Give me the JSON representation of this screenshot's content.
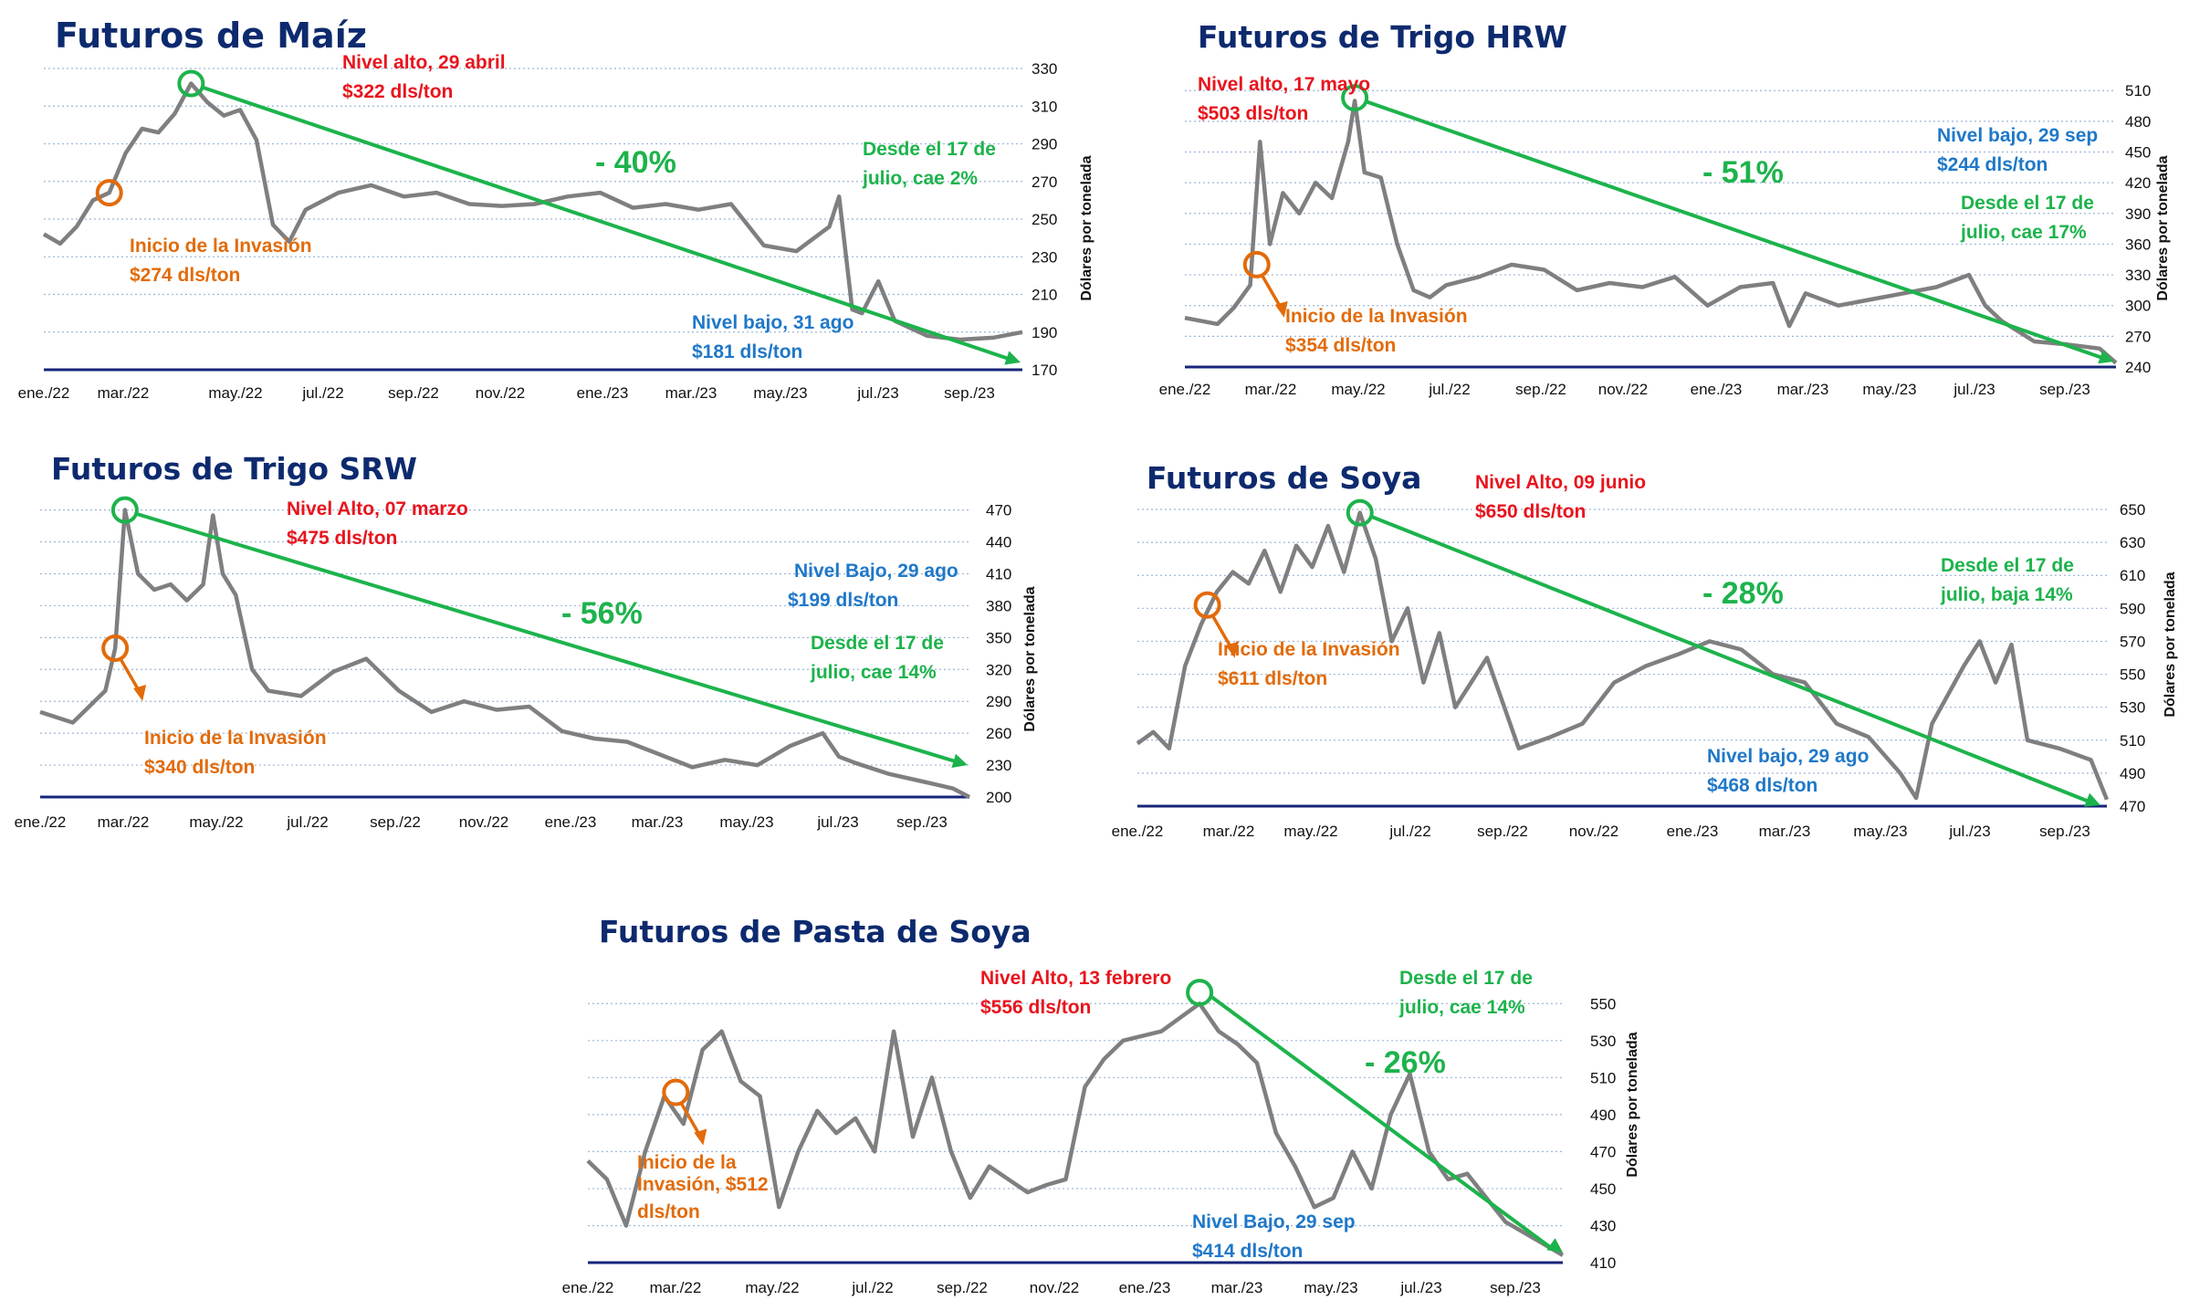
{
  "colors": {
    "title": "#0d2a6e",
    "price_line": "#7f7f7f",
    "trend": "#1db34c",
    "high": "#e8141d",
    "invasion": "#e26b0a",
    "low": "#1f78c8",
    "since_july": "#1db34c",
    "axis": "#16257a",
    "grid": "#9db6d8"
  },
  "chart_data": [
    {
      "id": "maiz",
      "type": "line",
      "title": "Futuros de Maíz",
      "ylabel": "Dólares por tonelada",
      "xlabel": "",
      "ylim": [
        170,
        330
      ],
      "yticks": [
        170,
        190,
        210,
        230,
        250,
        270,
        290,
        310,
        330
      ],
      "grid": true,
      "x_labels": [
        "ene./22",
        "mar./22",
        "may./22",
        "jul./22",
        "sep./22",
        "nov./22",
        "ene./23",
        "mar./23",
        "may./23",
        "jul./23",
        "sep./23"
      ],
      "series_points": [
        [
          0,
          242
        ],
        [
          0.5,
          237
        ],
        [
          1,
          246
        ],
        [
          1.5,
          260
        ],
        [
          2,
          264
        ],
        [
          2.5,
          285
        ],
        [
          3,
          298
        ],
        [
          3.5,
          296
        ],
        [
          4,
          306
        ],
        [
          4.5,
          322
        ],
        [
          5,
          312
        ],
        [
          5.5,
          305
        ],
        [
          6,
          308
        ],
        [
          6.5,
          292
        ],
        [
          7,
          247
        ],
        [
          7.5,
          238
        ],
        [
          8,
          255
        ],
        [
          9,
          264
        ],
        [
          10,
          268
        ],
        [
          11,
          262
        ],
        [
          12,
          264
        ],
        [
          13,
          258
        ],
        [
          14,
          257
        ],
        [
          15,
          258
        ],
        [
          16,
          262
        ],
        [
          17,
          264
        ],
        [
          18,
          256
        ],
        [
          19,
          258
        ],
        [
          20,
          255
        ],
        [
          21,
          258
        ],
        [
          22,
          236
        ],
        [
          23,
          233
        ],
        [
          24,
          246
        ],
        [
          24.3,
          262
        ],
        [
          24.7,
          202
        ],
        [
          25,
          200
        ],
        [
          25.5,
          217
        ],
        [
          26,
          196
        ],
        [
          27,
          188
        ],
        [
          28,
          186
        ],
        [
          29,
          187
        ],
        [
          29.9,
          190
        ]
      ],
      "high": {
        "x": 4.5,
        "y": 322,
        "label1": "Nivel alto, 29 abril",
        "label2": "$322 dls/ton"
      },
      "invasion": {
        "x": 2.0,
        "y": 264,
        "label1": "Inicio de la Invasión",
        "label2": "$274 dls/ton"
      },
      "low": {
        "label1": "Nivel bajo, 31 ago",
        "label2": "$181 dls/ton"
      },
      "since_july": {
        "label1": "Desde el 17 de",
        "label2": "julio, cae 2%"
      },
      "change": "- 40%"
    },
    {
      "id": "hrw",
      "type": "line",
      "title": "Futuros de Trigo HRW",
      "ylabel": "Dólares por tonelada",
      "xlabel": "",
      "ylim": [
        240,
        520
      ],
      "yticks": [
        240,
        270,
        300,
        330,
        360,
        390,
        420,
        450,
        480,
        510
      ],
      "grid": true,
      "x_labels": [
        "ene./22",
        "mar./22",
        "may./22",
        "jul./22",
        "sep./22",
        "nov./22",
        "ene./23",
        "mar./23",
        "may./23",
        "jul./23",
        "sep./23"
      ],
      "series_points": [
        [
          0,
          288
        ],
        [
          1,
          282
        ],
        [
          1.5,
          298
        ],
        [
          2,
          320
        ],
        [
          2.3,
          460
        ],
        [
          2.6,
          360
        ],
        [
          3,
          410
        ],
        [
          3.5,
          390
        ],
        [
          4,
          420
        ],
        [
          4.5,
          405
        ],
        [
          5,
          460
        ],
        [
          5.2,
          500
        ],
        [
          5.5,
          430
        ],
        [
          6,
          425
        ],
        [
          6.5,
          360
        ],
        [
          7,
          315
        ],
        [
          7.5,
          308
        ],
        [
          8,
          320
        ],
        [
          9,
          328
        ],
        [
          10,
          340
        ],
        [
          11,
          335
        ],
        [
          12,
          315
        ],
        [
          13,
          322
        ],
        [
          14,
          318
        ],
        [
          15,
          328
        ],
        [
          16,
          300
        ],
        [
          17,
          318
        ],
        [
          18,
          322
        ],
        [
          18.5,
          280
        ],
        [
          19,
          312
        ],
        [
          20,
          300
        ],
        [
          21,
          306
        ],
        [
          22,
          312
        ],
        [
          23,
          318
        ],
        [
          24,
          330
        ],
        [
          24.5,
          300
        ],
        [
          25,
          285
        ],
        [
          26,
          265
        ],
        [
          27,
          262
        ],
        [
          28,
          258
        ],
        [
          28.5,
          244
        ]
      ],
      "high": {
        "x": 5.2,
        "y": 503,
        "label1": "Nivel alto, 17 mayo",
        "label2": "$503 dls/ton"
      },
      "invasion": {
        "x": 2.2,
        "y": 340,
        "label1": "Inicio de la Invasión",
        "label2": "$354 dls/ton"
      },
      "low": {
        "label1": "Nivel bajo, 29 sep",
        "label2": "$244 dls/ton"
      },
      "since_july": {
        "label1": "Desde el 17 de",
        "label2": "julio, cae 17%"
      },
      "change": "- 51%"
    },
    {
      "id": "srw",
      "type": "line",
      "title": "Futuros de Trigo SRW",
      "ylabel": "Dólares por tonelada",
      "xlabel": "",
      "ylim": [
        200,
        480
      ],
      "yticks": [
        200,
        230,
        260,
        290,
        320,
        350,
        380,
        410,
        440,
        470
      ],
      "grid": true,
      "x_labels": [
        "ene./22",
        "mar./22",
        "may./22",
        "jul./22",
        "sep./22",
        "nov./22",
        "ene./23",
        "mar./23",
        "may./23",
        "jul./23",
        "sep./23"
      ],
      "series_points": [
        [
          0,
          280
        ],
        [
          1,
          270
        ],
        [
          1.5,
          285
        ],
        [
          2,
          300
        ],
        [
          2.3,
          340
        ],
        [
          2.6,
          470
        ],
        [
          3,
          410
        ],
        [
          3.5,
          395
        ],
        [
          4,
          400
        ],
        [
          4.5,
          385
        ],
        [
          5,
          400
        ],
        [
          5.3,
          465
        ],
        [
          5.6,
          410
        ],
        [
          6,
          390
        ],
        [
          6.5,
          320
        ],
        [
          7,
          300
        ],
        [
          8,
          295
        ],
        [
          9,
          318
        ],
        [
          10,
          330
        ],
        [
          11,
          300
        ],
        [
          12,
          280
        ],
        [
          13,
          290
        ],
        [
          14,
          282
        ],
        [
          15,
          285
        ],
        [
          16,
          262
        ],
        [
          17,
          255
        ],
        [
          18,
          252
        ],
        [
          19,
          240
        ],
        [
          20,
          228
        ],
        [
          21,
          235
        ],
        [
          22,
          230
        ],
        [
          23,
          248
        ],
        [
          24,
          260
        ],
        [
          24.5,
          238
        ],
        [
          25,
          232
        ],
        [
          26,
          222
        ],
        [
          27,
          215
        ],
        [
          28,
          208
        ],
        [
          28.5,
          200
        ]
      ],
      "high": {
        "x": 2.6,
        "y": 470,
        "label1": "Nivel Alto, 07 marzo",
        "label2": "$475 dls/ton"
      },
      "invasion": {
        "x": 2.3,
        "y": 340,
        "label1": "Inicio de la Invasión",
        "label2": "$340 dls/ton"
      },
      "low": {
        "label1": "Nivel Bajo, 29 ago",
        "label2": "$199 dls/ton"
      },
      "since_july": {
        "label1": "Desde el 17 de",
        "label2": "julio, cae 14%"
      },
      "change": "- 56%"
    },
    {
      "id": "soya",
      "type": "line",
      "title": "Futuros de Soya",
      "ylabel": "Dólares por tonelada",
      "xlabel": "",
      "ylim": [
        470,
        650
      ],
      "yticks": [
        470,
        490,
        510,
        530,
        550,
        570,
        590,
        610,
        630,
        650
      ],
      "grid": true,
      "x_labels": [
        "ene./22",
        "mar./22",
        "may./22",
        "jul./22",
        "sep./22",
        "nov./22",
        "ene./23",
        "mar./23",
        "may./23",
        "jul./23",
        "sep./23"
      ],
      "series_points": [
        [
          0,
          508
        ],
        [
          0.5,
          515
        ],
        [
          1,
          505
        ],
        [
          1.5,
          555
        ],
        [
          2,
          580
        ],
        [
          2.5,
          600
        ],
        [
          3,
          612
        ],
        [
          3.5,
          605
        ],
        [
          4,
          625
        ],
        [
          4.5,
          600
        ],
        [
          5,
          628
        ],
        [
          5.5,
          615
        ],
        [
          6,
          640
        ],
        [
          6.5,
          612
        ],
        [
          7,
          648
        ],
        [
          7.5,
          620
        ],
        [
          8,
          570
        ],
        [
          8.5,
          590
        ],
        [
          9,
          545
        ],
        [
          9.5,
          575
        ],
        [
          10,
          530
        ],
        [
          11,
          560
        ],
        [
          12,
          505
        ],
        [
          13,
          512
        ],
        [
          14,
          520
        ],
        [
          15,
          545
        ],
        [
          16,
          555
        ],
        [
          17,
          562
        ],
        [
          18,
          570
        ],
        [
          19,
          565
        ],
        [
          20,
          550
        ],
        [
          21,
          545
        ],
        [
          22,
          520
        ],
        [
          23,
          512
        ],
        [
          24,
          490
        ],
        [
          24.5,
          475
        ],
        [
          25,
          520
        ],
        [
          26,
          555
        ],
        [
          26.5,
          570
        ],
        [
          27,
          545
        ],
        [
          27.5,
          568
        ],
        [
          28,
          510
        ],
        [
          29,
          505
        ],
        [
          30,
          498
        ],
        [
          30.5,
          474
        ]
      ],
      "high": {
        "x": 7.0,
        "y": 648,
        "label1": "Nivel Alto, 09 junio",
        "label2": "$650 dls/ton"
      },
      "invasion": {
        "x": 2.2,
        "y": 592,
        "label1": "Inicio de la Invasión",
        "label2": "$611 dls/ton"
      },
      "low": {
        "label1": "Nivel bajo, 29 ago",
        "label2": "$468 dls/ton"
      },
      "since_july": {
        "label1": "Desde el 17 de",
        "label2": "julio, baja 14%"
      },
      "change": "- 28%"
    },
    {
      "id": "pasta",
      "type": "line",
      "title": "Futuros de Pasta de Soya",
      "ylabel": "Dólares por tonelada",
      "xlabel": "",
      "ylim": [
        410,
        560
      ],
      "yticks": [
        410,
        430,
        450,
        470,
        490,
        510,
        530,
        550
      ],
      "grid": true,
      "x_labels": [
        "ene./22",
        "mar./22",
        "may./22",
        "jul./22",
        "sep./22",
        "nov./22",
        "ene./23",
        "mar./23",
        "may./23",
        "jul./23",
        "sep./23"
      ],
      "series_points": [
        [
          0,
          465
        ],
        [
          0.5,
          455
        ],
        [
          1,
          430
        ],
        [
          1.5,
          470
        ],
        [
          2,
          500
        ],
        [
          2.5,
          485
        ],
        [
          3,
          525
        ],
        [
          3.5,
          535
        ],
        [
          4,
          508
        ],
        [
          4.5,
          500
        ],
        [
          5,
          440
        ],
        [
          5.5,
          470
        ],
        [
          6,
          492
        ],
        [
          6.5,
          480
        ],
        [
          7,
          488
        ],
        [
          7.5,
          470
        ],
        [
          8,
          535
        ],
        [
          8.5,
          478
        ],
        [
          9,
          510
        ],
        [
          9.5,
          470
        ],
        [
          10,
          445
        ],
        [
          10.5,
          462
        ],
        [
          11,
          455
        ],
        [
          11.5,
          448
        ],
        [
          12,
          452
        ],
        [
          12.5,
          455
        ],
        [
          13,
          505
        ],
        [
          13.5,
          520
        ],
        [
          14,
          530
        ],
        [
          15,
          535
        ],
        [
          16,
          550
        ],
        [
          16.5,
          535
        ],
        [
          17,
          528
        ],
        [
          17.5,
          518
        ],
        [
          18,
          480
        ],
        [
          18.5,
          462
        ],
        [
          19,
          440
        ],
        [
          19.5,
          445
        ],
        [
          20,
          470
        ],
        [
          20.5,
          450
        ],
        [
          21,
          490
        ],
        [
          21.5,
          512
        ],
        [
          22,
          470
        ],
        [
          22.5,
          455
        ],
        [
          23,
          458
        ],
        [
          24,
          432
        ],
        [
          25,
          420
        ],
        [
          25.5,
          414
        ]
      ],
      "high": {
        "x": 16.0,
        "y": 556,
        "label1": "Nivel Alto, 13 febrero",
        "label2": "$556 dls/ton"
      },
      "invasion": {
        "x": 2.3,
        "y": 502,
        "label1": "Inicio de la",
        "label2": "Invasión, $512",
        "label3": "dls/ton"
      },
      "low": {
        "label1": "Nivel Bajo, 29 sep",
        "label2": "$414 dls/ton"
      },
      "since_july": {
        "label1": "Desde el 17 de",
        "label2": "julio, cae 14%"
      },
      "change": "- 26%"
    }
  ]
}
